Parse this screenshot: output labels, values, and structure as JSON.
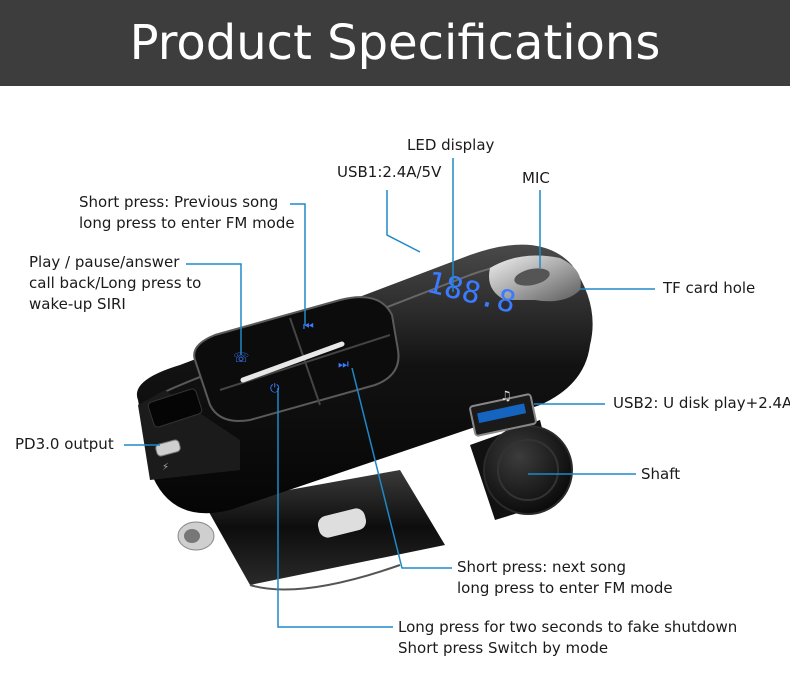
{
  "header": {
    "title": "Product Specifications"
  },
  "labels": {
    "led_display": "LED display",
    "usb1": "USB1:2.4A/5V",
    "mic": "MIC",
    "prev_song_1": "Short press: Previous song",
    "prev_song_2": "long press to enter FM mode",
    "play_1": "Play / pause/answer",
    "play_2": "call back/Long press to",
    "play_3": "wake-up SIRI",
    "tf_card": "TF card hole",
    "usb2": "USB2: U disk play+2.4A",
    "pd": "PD3.0 output",
    "shaft": "Shaft",
    "next_1": "Short press: next song",
    "next_2": "long press to enter FM mode",
    "mode_1": "Long press for two seconds to fake shutdown",
    "mode_2": "Short press Switch by mode"
  },
  "device": {
    "display_text": "188.8"
  },
  "colors": {
    "leader": "#1e88c8",
    "banner": "#3d3d3d",
    "led": "#3a7bff"
  }
}
